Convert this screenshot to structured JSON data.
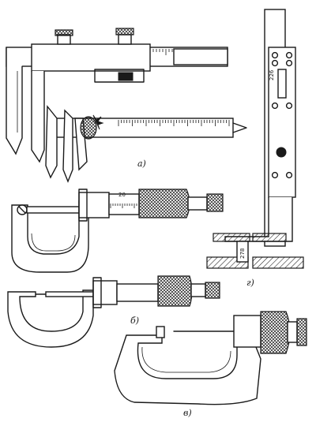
{
  "labels": {
    "a": "а)",
    "b": "б)",
    "v": "в)",
    "g": "г)"
  },
  "scale_numbers": {
    "micrometer_sleeve": "20",
    "gauge_upper": "226",
    "gauge_lower": "278"
  },
  "colors": {
    "ink": "#1a1a1a",
    "paper": "#ffffff"
  }
}
